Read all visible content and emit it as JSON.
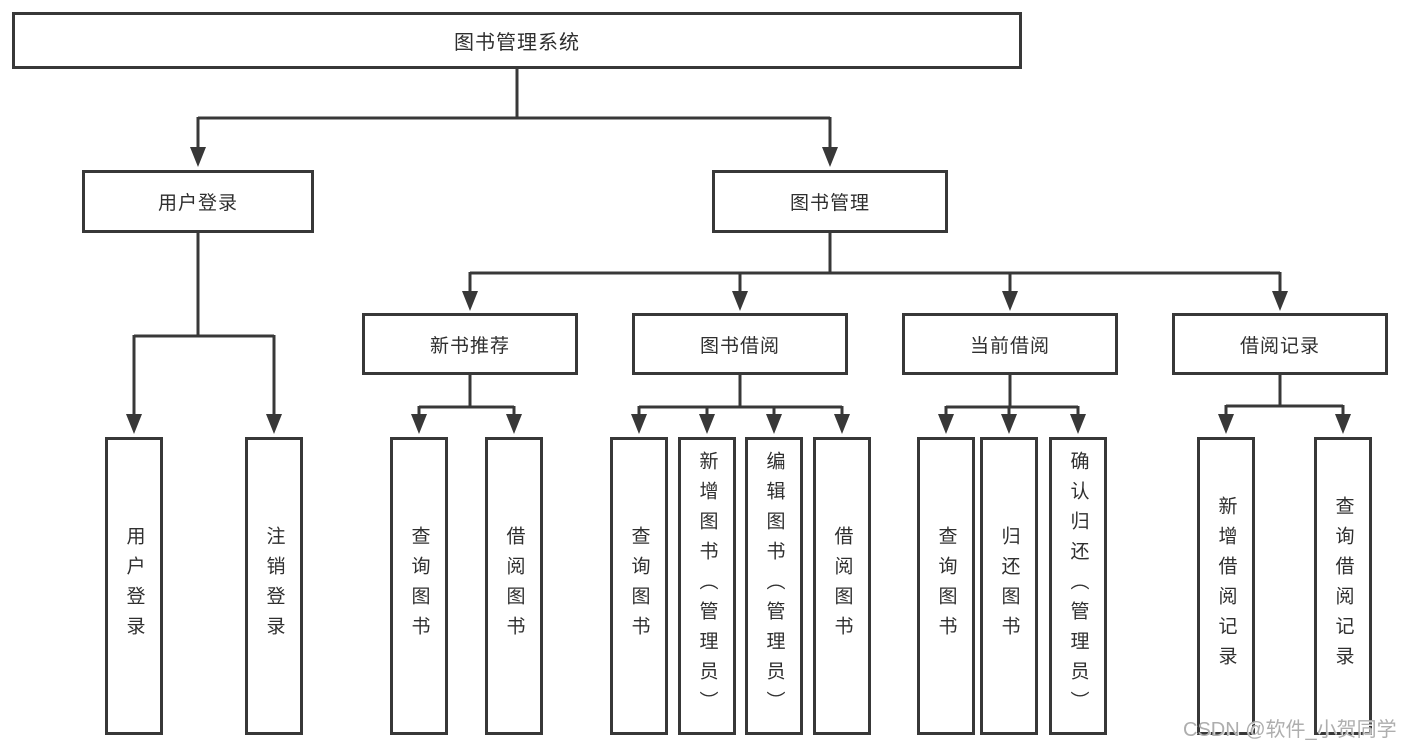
{
  "diagram": {
    "title": "图书管理系统",
    "nodes": {
      "root": {
        "label": "图书管理系统"
      },
      "user_login": {
        "label": "用户登录"
      },
      "book_mgmt": {
        "label": "图书管理"
      },
      "new_book_rec": {
        "label": "新书推荐"
      },
      "book_borrow": {
        "label": "图书借阅"
      },
      "current_borrow": {
        "label": "当前借阅"
      },
      "borrow_records": {
        "label": "借阅记录"
      },
      "leaf_user_login": {
        "label": "用户登录"
      },
      "leaf_logout": {
        "label": "注销登录"
      },
      "leaf_rec_query_book": {
        "label": "查询图书"
      },
      "leaf_rec_borrow_book": {
        "label": "借阅图书"
      },
      "leaf_bb_query_book": {
        "label": "查询图书"
      },
      "leaf_bb_add_book": {
        "label": "新增图书（管理员）"
      },
      "leaf_bb_edit_book": {
        "label": "编辑图书（管理员）"
      },
      "leaf_bb_borrow_book": {
        "label": "借阅图书"
      },
      "leaf_cb_query_book": {
        "label": "查询图书"
      },
      "leaf_cb_return_book": {
        "label": "归还图书"
      },
      "leaf_cb_confirm_return": {
        "label": "确认归还（管理员）"
      },
      "leaf_br_add_record": {
        "label": "新增借阅记录"
      },
      "leaf_br_query_record": {
        "label": "查询借阅记录"
      }
    },
    "edges": [
      "root→user_login",
      "root→book_mgmt",
      "user_login→leaf_user_login",
      "user_login→leaf_logout",
      "book_mgmt→new_book_rec",
      "book_mgmt→book_borrow",
      "book_mgmt→current_borrow",
      "book_mgmt→borrow_records",
      "new_book_rec→leaf_rec_query_book",
      "new_book_rec→leaf_rec_borrow_book",
      "book_borrow→leaf_bb_query_book",
      "book_borrow→leaf_bb_add_book",
      "book_borrow→leaf_bb_edit_book",
      "book_borrow→leaf_bb_borrow_book",
      "current_borrow→leaf_cb_query_book",
      "current_borrow→leaf_cb_return_book",
      "current_borrow→leaf_cb_confirm_return",
      "borrow_records→leaf_br_add_record",
      "borrow_records→leaf_br_query_record"
    ]
  },
  "watermark": {
    "text": "CSDN @软件_小贺同学"
  },
  "colors": {
    "line": "#383838",
    "border": "#383838",
    "text": "#2f2f2f",
    "watermark": "#aeaeae",
    "background": "#ffffff"
  }
}
